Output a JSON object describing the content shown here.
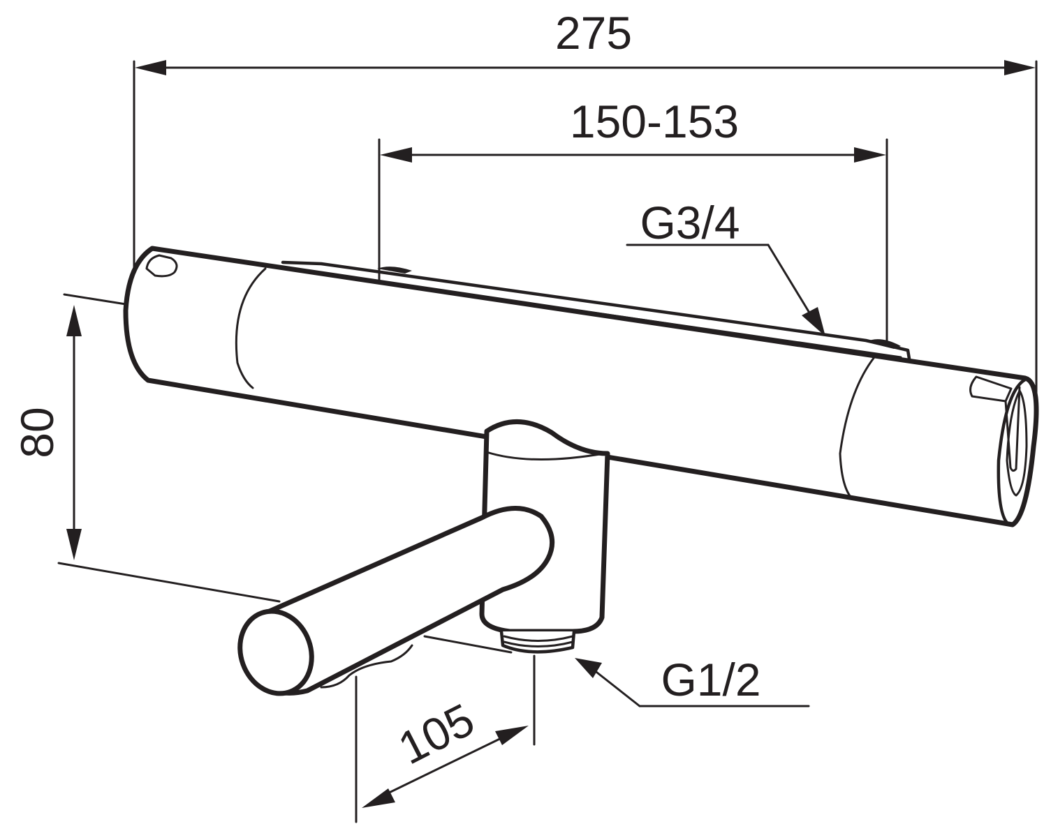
{
  "drawing": {
    "subject": "Thermostatic bath mixer dimension drawing",
    "line_color": "#231f20",
    "background": "#ffffff"
  },
  "dimensions": {
    "overall_width": "275",
    "connection_centers": "150-153",
    "height": "80",
    "spout_projection": "105"
  },
  "callouts": {
    "inlet_thread": "G3/4",
    "outlet_thread": "G1/2"
  }
}
